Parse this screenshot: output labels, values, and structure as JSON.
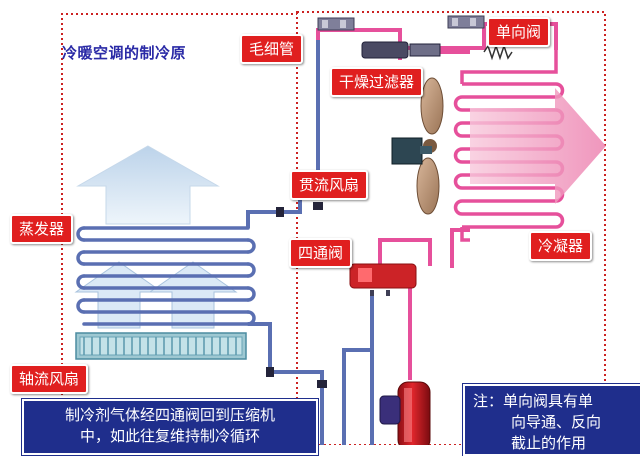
{
  "title": "冷暖空调的制冷原",
  "labels": {
    "capillary": "毛细管",
    "check_valve": "单向阀",
    "dryer_filter": "干燥过滤器",
    "cross_flow_fan": "贯流风扇",
    "evaporator": "蒸发器",
    "four_way_valve": "四通阀",
    "condenser": "冷凝器",
    "axial_fan": "轴流风扇"
  },
  "description": {
    "line1": "制冷剂气体经四通阀回到压缩机",
    "line2": "中，如此往复维持制冷循环"
  },
  "note": {
    "line1": "注：单向阀具有单",
    "line2": "向导通、反向",
    "line3": "截止的作用"
  },
  "colors": {
    "label_bg": "#e01f1f",
    "title_text": "#2a2aa6",
    "note_bg": "#1f2e8c",
    "hot_pipe": "#e6509b",
    "cold_pipe": "#5a6fb2",
    "frame_dash": "#cc2222"
  }
}
